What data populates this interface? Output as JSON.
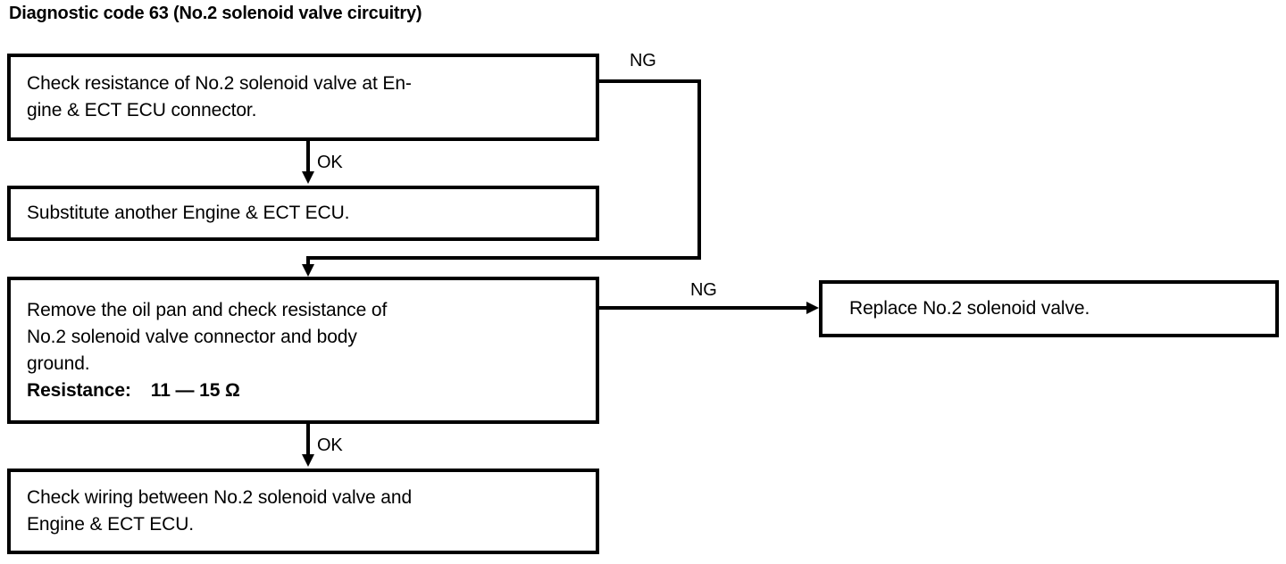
{
  "title": "Diagnostic code 63 (No.2 solenoid valve circuitry)",
  "boxes": {
    "check_resistance_ecu": {
      "lines": [
        "Check resistance of No.2 solenoid valve at En-",
        "gine & ECT ECU connector."
      ]
    },
    "substitute_ecu": {
      "lines": [
        "Substitute another Engine & ECT ECU."
      ]
    },
    "remove_oil_pan": {
      "lines": [
        "Remove the oil pan and check resistance of",
        "No.2 solenoid valve connector and body",
        "ground."
      ],
      "spec_label": "Resistance:",
      "spec_value": "11 — 15 Ω"
    },
    "check_wiring": {
      "lines": [
        "Check wiring between No.2 solenoid valve and",
        "Engine & ECT ECU."
      ]
    },
    "replace_valve": {
      "lines": [
        "Replace No.2 solenoid valve."
      ]
    }
  },
  "edges": {
    "ng_from_check_resistance": "NG",
    "ok_to_substitute": "OK",
    "ng_to_replace": "NG",
    "ok_to_check_wiring": "OK"
  },
  "colors": {
    "ink": "#000000",
    "paper": "#ffffff"
  }
}
